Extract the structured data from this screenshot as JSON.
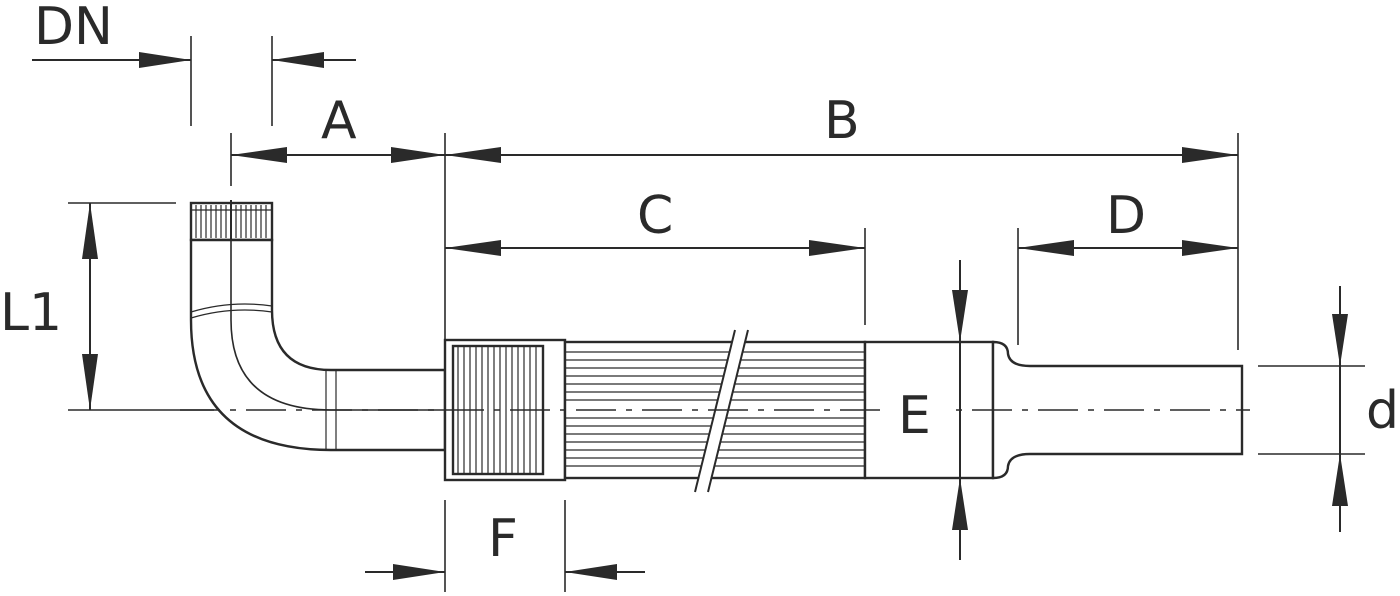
{
  "labels": {
    "dn": "DN",
    "a": "A",
    "b": "B",
    "c": "C",
    "d_upper": "D",
    "e": "E",
    "f": "F",
    "l1": "L1",
    "d_lower": "d"
  }
}
